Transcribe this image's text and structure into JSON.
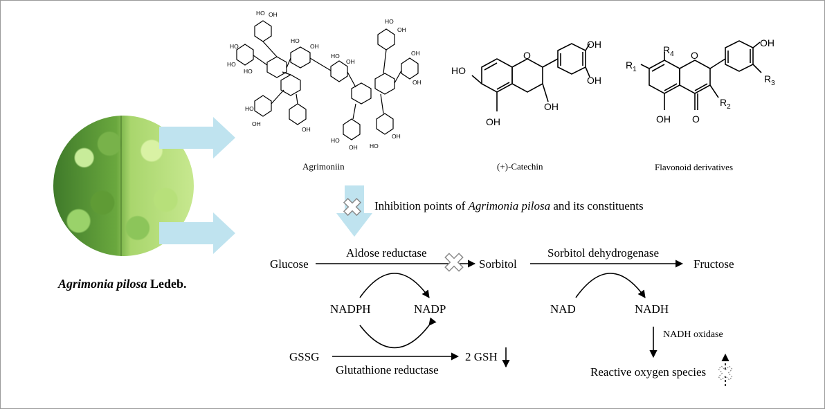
{
  "plant": {
    "name_italic": "Agrimonia pilosa",
    "name_suffix": " Ledeb."
  },
  "compounds": {
    "agrimoniin": "Agrimoniin",
    "catechin": "(+)-Catechin",
    "flavonoid": "Flavonoid derivatives"
  },
  "atoms": {
    "oh": "OH",
    "ho": "HO",
    "o": "O",
    "r1": "R",
    "r1_sub": "1",
    "r2": "R",
    "r2_sub": "2",
    "r3": "R",
    "r3_sub": "3",
    "r4": "R",
    "r4_sub": "4"
  },
  "inhibition": {
    "prefix": "Inhibition points of ",
    "italic": "Agrimonia pilosa",
    "suffix": " and its constituents"
  },
  "pathway": {
    "glucose": "Glucose",
    "aldose_reductase": "Aldose reductase",
    "sorbitol": "Sorbitol",
    "sorbitol_dehydrogenase": "Sorbitol dehydrogenase",
    "fructose": "Fructose",
    "nadph": "NADPH",
    "nadp": "NADP",
    "nad": "NAD",
    "nadh": "NADH",
    "gssg": "GSSG",
    "gsh": "2 GSH",
    "glutathione_reductase": "Glutathione reductase",
    "nadh_oxidase": "NADH oxidase",
    "ros": "Reactive oxygen species"
  },
  "colors": {
    "big_arrow": "#bfe3ef",
    "line": "#000000",
    "cross_stroke": "#8a8a8a"
  },
  "icons": [
    "blue-block-arrow-icon",
    "cross-inhibition-icon",
    "down-arrow-icon",
    "up-arrow-icon"
  ]
}
